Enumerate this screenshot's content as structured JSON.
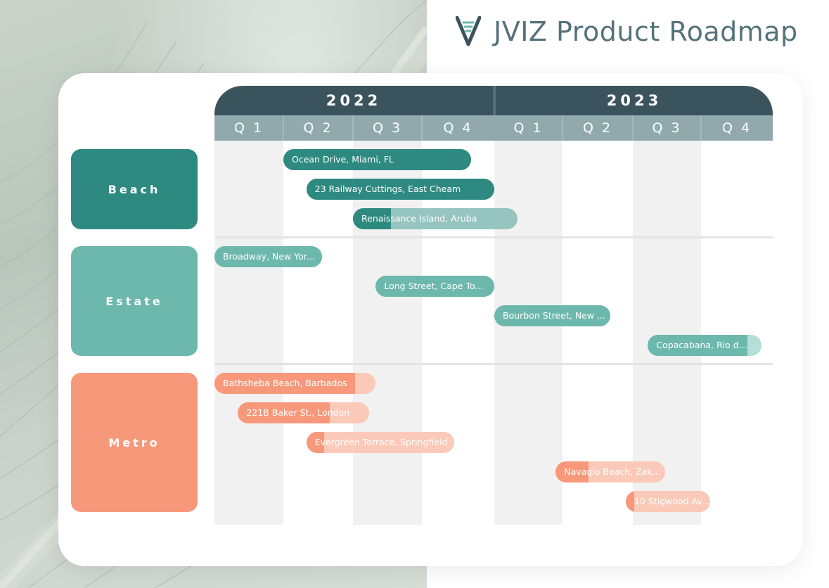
{
  "title": "JVIZ Product Roadmap",
  "colors": {
    "header_dark": "#3b535d",
    "header_light": "#91a9ad",
    "beach": "#2e8a80",
    "beach_light": "#96c4bf",
    "estate": "#6db8ac",
    "estate_light": "#b5ded7",
    "metro": "#f7987b",
    "metro_light": "#fbc9b8"
  },
  "years": [
    "2022",
    "2023"
  ],
  "quarters": [
    "Q 1",
    "Q 2",
    "Q 3",
    "Q 4",
    "Q 1",
    "Q 2",
    "Q 3",
    "Q 4"
  ],
  "categories": [
    {
      "label": "Beach",
      "color": "#2e8a80"
    },
    {
      "label": "Estate",
      "color": "#6db8ac"
    },
    {
      "label": "Metro",
      "color": "#f7987b"
    }
  ],
  "tasks": [
    {
      "category": "Beach",
      "label": "Ocean Drive, Miami, FL",
      "start_q": 1.0,
      "end_q": 3.68,
      "progress": 1.0
    },
    {
      "category": "Beach",
      "label": "23 Railway Cuttings, East Cheam",
      "start_q": 1.33,
      "end_q": 4.0,
      "progress": 1.0
    },
    {
      "category": "Beach",
      "label": "Renaissance Island, Aruba",
      "start_q": 2.0,
      "end_q": 4.34,
      "progress": 0.23
    },
    {
      "category": "Estate",
      "label": "Broadway, New Yor...",
      "start_q": 0.0,
      "end_q": 1.56,
      "progress": 1.0
    },
    {
      "category": "Estate",
      "label": "Long Street, Cape To...",
      "start_q": 2.33,
      "end_q": 4.0,
      "progress": 1.0
    },
    {
      "category": "Estate",
      "label": "Bourbon Street, New ...",
      "start_q": 4.0,
      "end_q": 5.68,
      "progress": 1.0
    },
    {
      "category": "Estate",
      "label": "Copacabana, Rio d...",
      "start_q": 6.22,
      "end_q": 7.84,
      "progress": 0.88
    },
    {
      "category": "Metro",
      "label": "Bathsheba Beach, Barbados",
      "start_q": 0.0,
      "end_q": 2.33,
      "progress": 0.87
    },
    {
      "category": "Metro",
      "label": "221B Baker St., London",
      "start_q": 0.34,
      "end_q": 2.23,
      "progress": 0.7
    },
    {
      "category": "Metro",
      "label": "Evergreen Terrace, Springfield",
      "start_q": 1.33,
      "end_q": 3.45,
      "progress": 0.12
    },
    {
      "category": "Metro",
      "label": "Navagio Beach, Zak...",
      "start_q": 4.9,
      "end_q": 6.47,
      "progress": 0.3
    },
    {
      "category": "Metro",
      "label": "10 Stigwood Av...",
      "start_q": 5.9,
      "end_q": 7.13,
      "progress": 0.1
    }
  ]
}
